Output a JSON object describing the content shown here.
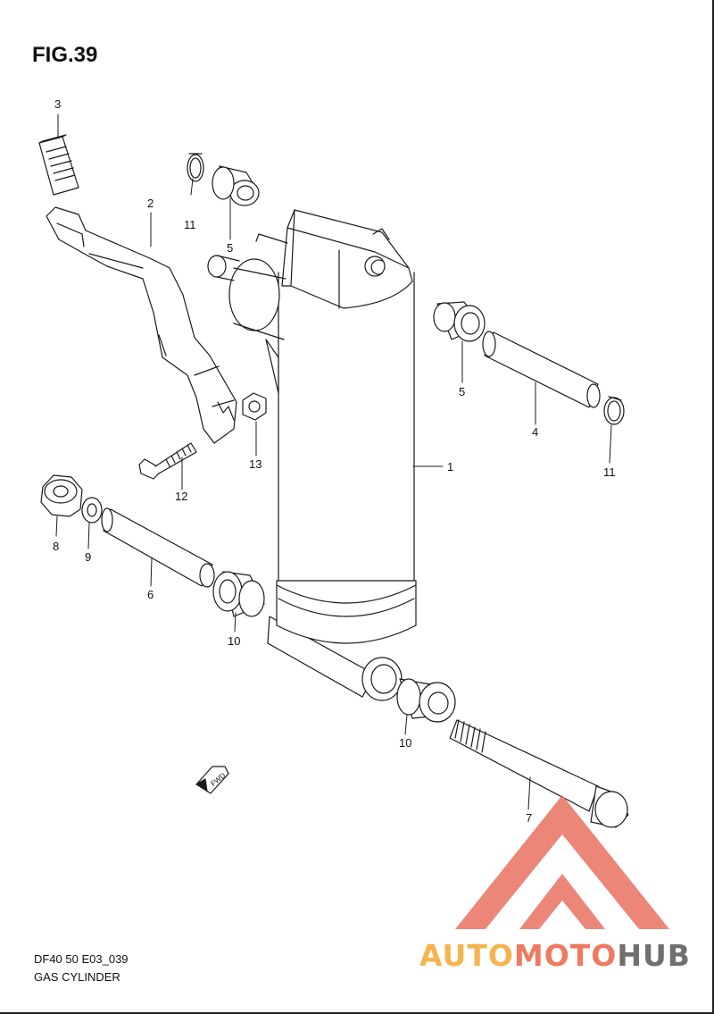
{
  "figure": {
    "title": "FIG.39",
    "code": "DF40 50 E03_039",
    "name": "GAS CYLINDER"
  },
  "parts": [
    {
      "no": "1"
    },
    {
      "no": "2"
    },
    {
      "no": "3"
    },
    {
      "no": "4"
    },
    {
      "no": "5"
    },
    {
      "no": "5"
    },
    {
      "no": "6"
    },
    {
      "no": "7"
    },
    {
      "no": "8"
    },
    {
      "no": "9"
    },
    {
      "no": "10"
    },
    {
      "no": "10"
    },
    {
      "no": "11"
    },
    {
      "no": "11"
    },
    {
      "no": "12"
    },
    {
      "no": "13"
    }
  ],
  "fwd_label": "FWD",
  "watermark": {
    "part1": "AUTO",
    "part2": "MOTO",
    "part3": "HUB",
    "colors": {
      "orange": "#f6b44e",
      "salmon": "#ee7a60",
      "gray": "#6f6f6f"
    }
  }
}
